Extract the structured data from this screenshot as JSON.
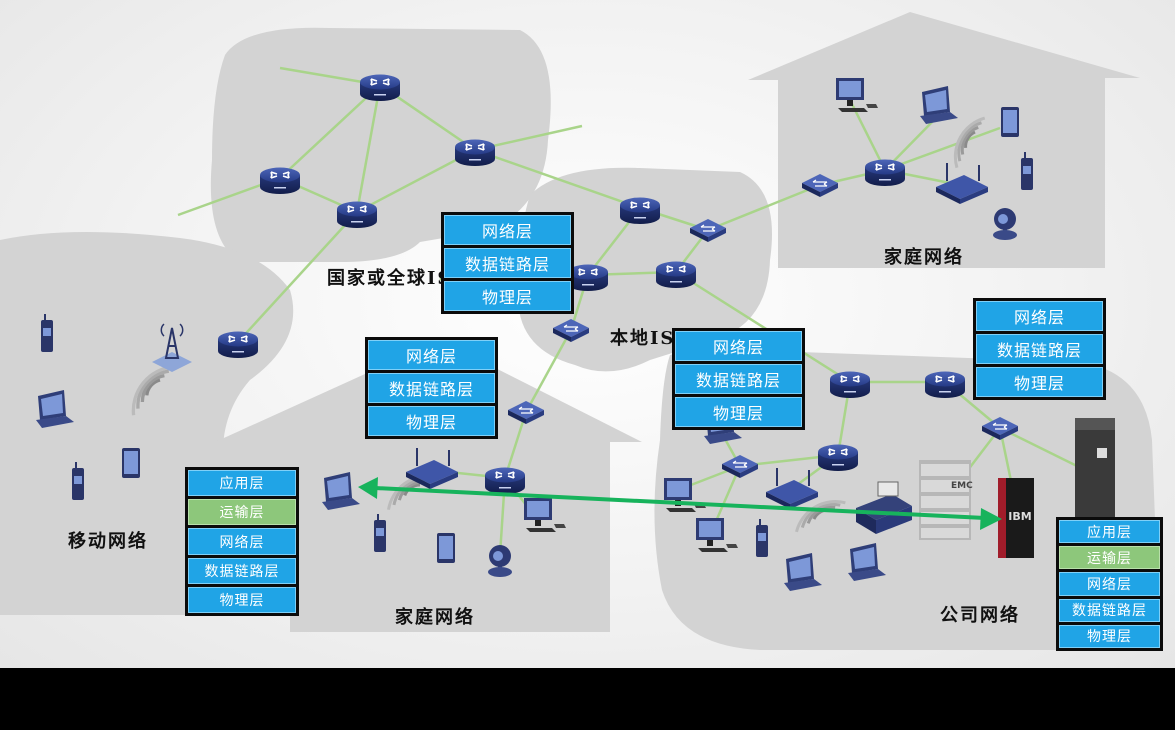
{
  "labels": {
    "global_isp": "国家或全球ISP",
    "local_isp": "本地ISP",
    "home_network_top": "家庭网络",
    "home_network_bottom": "家庭网络",
    "mobile_network": "移动网络",
    "company_network": "公司网络"
  },
  "stacks": {
    "router_a": [
      "网络层",
      "数据链路层",
      "物理层"
    ],
    "router_b": [
      "网络层",
      "数据链路层",
      "物理层"
    ],
    "router_c": [
      "网络层",
      "数据链路层",
      "物理层"
    ],
    "router_d": [
      "网络层",
      "数据链路层",
      "物理层"
    ],
    "host_left": [
      "应用层",
      "运输层",
      "网络层",
      "数据链路层",
      "物理层"
    ],
    "host_right": [
      "应用层",
      "运输层",
      "网络层",
      "数据链路层",
      "物理层"
    ]
  },
  "device_text": {
    "server_brand_1": "IBM",
    "server_brand_2": "EMC"
  },
  "colors": {
    "layer_blue": "#20a4e6",
    "transport_green": "#8dc77b",
    "link_green": "#a9d48a",
    "end_to_end_arrow": "#17b35c",
    "router_navy": "#1f2f6e",
    "region_gray": "#d3d3d3"
  }
}
